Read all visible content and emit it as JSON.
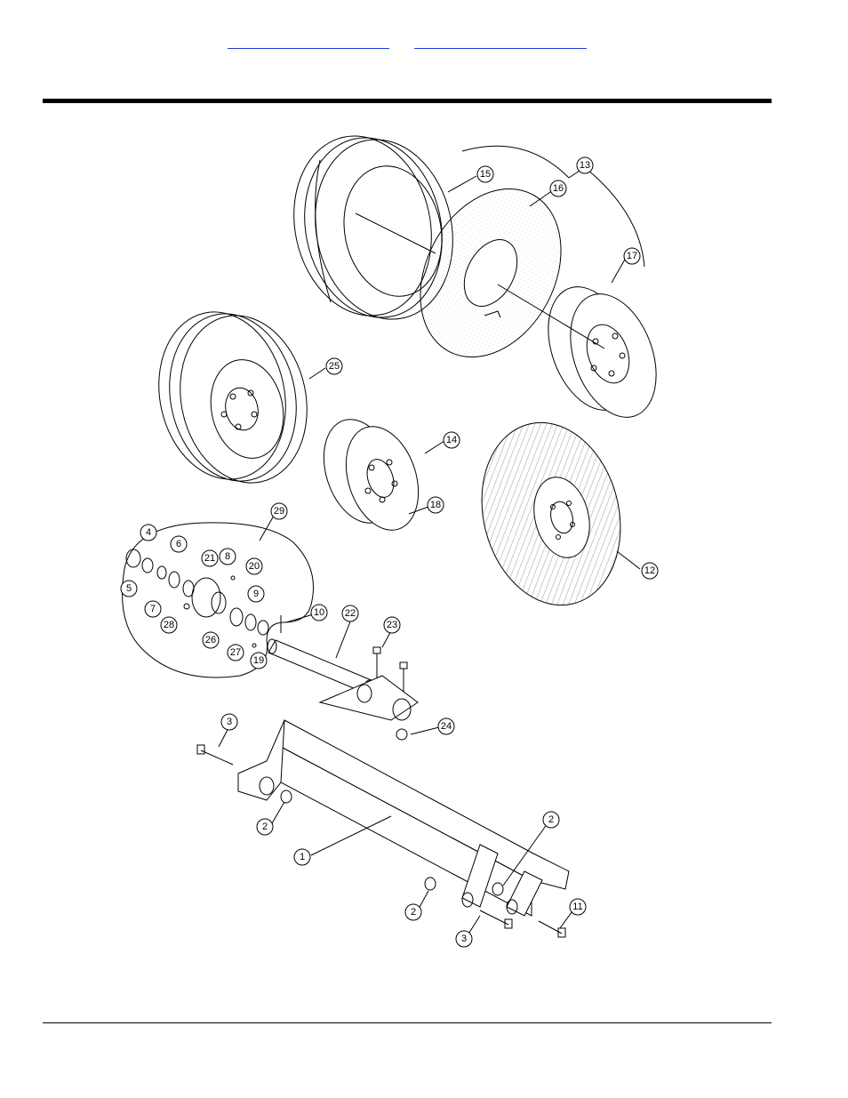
{
  "header": {
    "links": [
      "",
      ""
    ]
  },
  "callouts": [
    "1",
    "2",
    "2",
    "2",
    "3",
    "3",
    "4",
    "5",
    "6",
    "7",
    "8",
    "9",
    "10",
    "11",
    "12",
    "13",
    "14",
    "15",
    "16",
    "17",
    "18",
    "19",
    "20",
    "21",
    "22",
    "23",
    "24",
    "25",
    "26",
    "27",
    "28",
    "29"
  ]
}
